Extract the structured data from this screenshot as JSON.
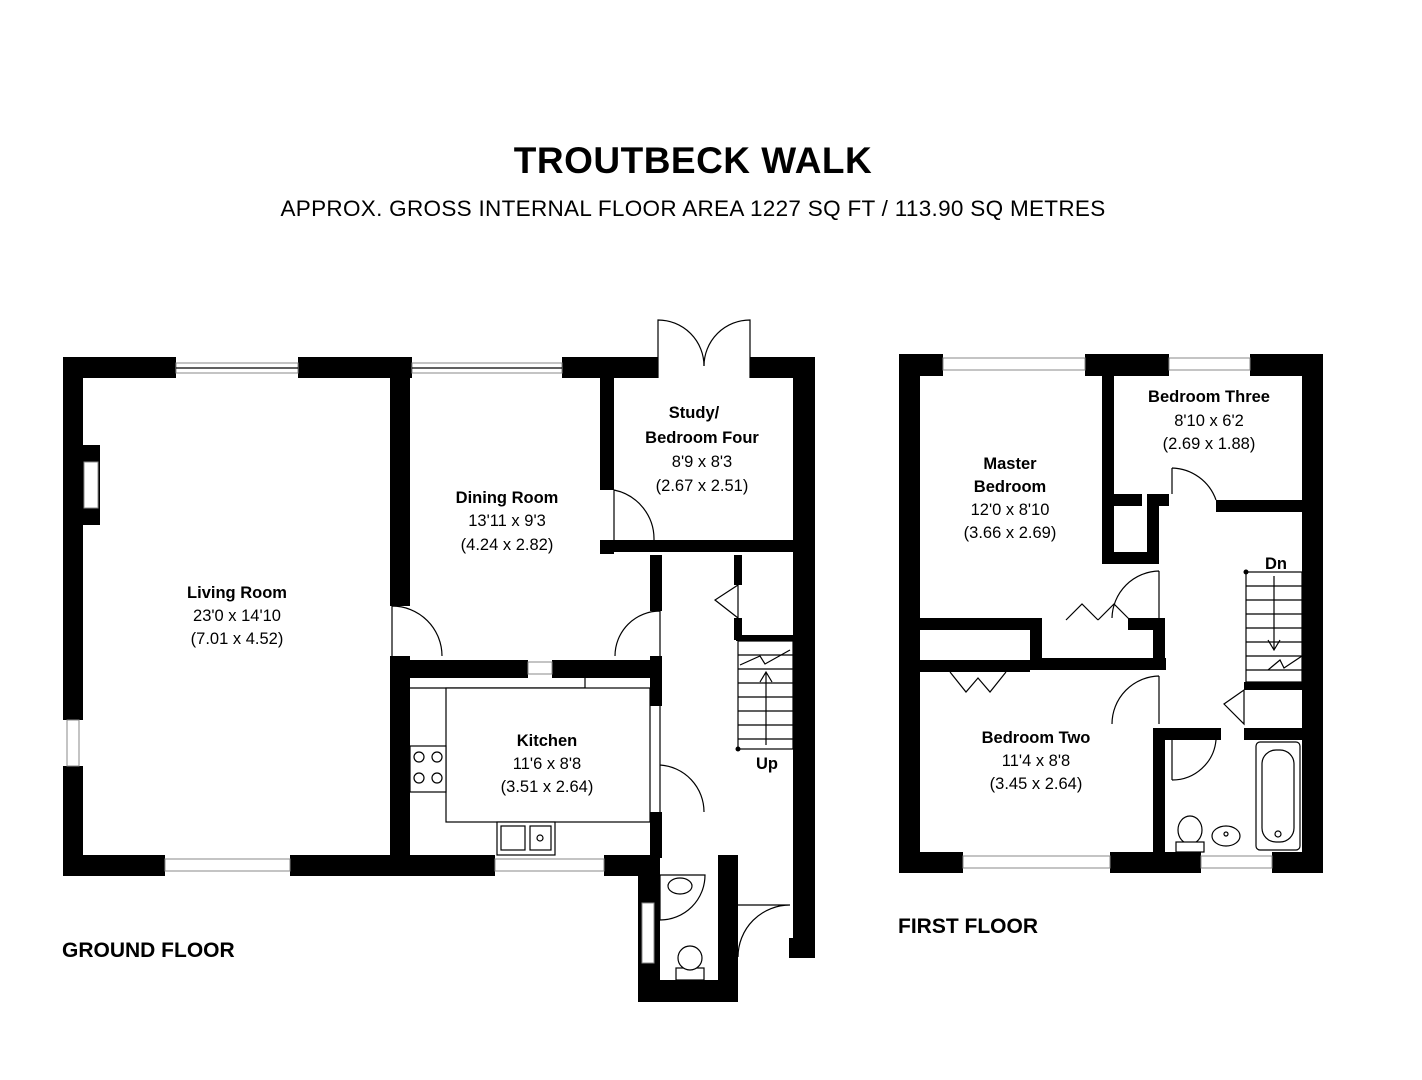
{
  "title": "TROUTBECK WALK",
  "subtitle": "APPROX. GROSS INTERNAL FLOOR AREA 1227 SQ FT / 113.90 SQ METRES",
  "floors": {
    "ground": "GROUND FLOOR",
    "first": "FIRST FLOOR"
  },
  "rooms": {
    "living": {
      "name": "Living Room",
      "imperial": "23'0 x 14'10",
      "metric": "(7.01 x 4.52)"
    },
    "dining": {
      "name": "Dining Room",
      "imperial": "13'11 x 9'3",
      "metric": "(4.24 x 2.82)"
    },
    "study": {
      "name_line1": "Study/",
      "name_line2": "Bedroom Four",
      "imperial": "8'9 x 8'3",
      "metric": "(2.67 x 2.51)"
    },
    "kitchen": {
      "name": "Kitchen",
      "imperial": "11'6 x 8'8",
      "metric": "(3.51 x 2.64)"
    },
    "master": {
      "name_line1": "Master",
      "name_line2": "Bedroom",
      "imperial": "12'0 x 8'10",
      "metric": "(3.66 x 2.69)"
    },
    "bedroom_three": {
      "name": "Bedroom Three",
      "imperial": "8'10 x 6'2",
      "metric": "(2.69 x 1.88)"
    },
    "bedroom_two": {
      "name": "Bedroom Two",
      "imperial": "11'4 x 8'8",
      "metric": "(3.45 x 2.64)"
    }
  },
  "stairs": {
    "up": "Up",
    "down": "Dn"
  }
}
